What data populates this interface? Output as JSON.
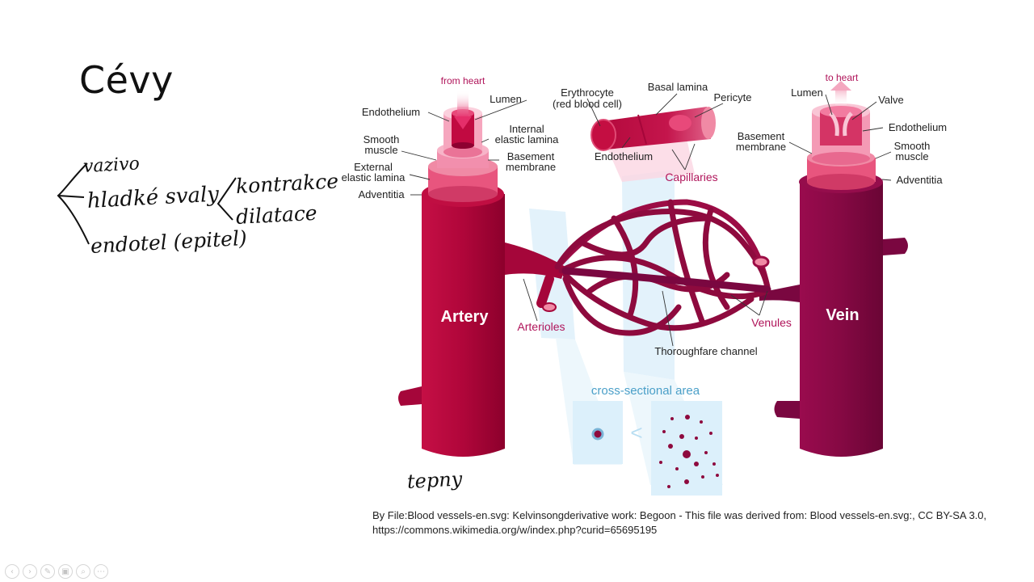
{
  "slide": {
    "title": "Cévy",
    "handwriting": {
      "vazivo": "vazivo",
      "hladke_svaly": "hladké svaly",
      "endotel": "endotel (epitel)",
      "kontrakce": "kontrakce",
      "dilatace": "dilatace",
      "tepny": "tepny"
    },
    "credit_line1": "By File:Blood vessels-en.svg: Kelvinsongderivative work: Begoon - This file was derived from:  Blood vessels-en.svg:, CC BY-SA 3.0,",
    "credit_line2": "https://commons.wikimedia.org/w/index.php?curid=65695195"
  },
  "diagram": {
    "from_heart": "from heart",
    "to_heart": "to heart",
    "artery_labels": {
      "endothelium": "Endothelium",
      "lumen": "Lumen",
      "smooth1": "Smooth",
      "smooth2": "muscle",
      "internal1": "Internal",
      "internal2": "elastic lamina",
      "basement1": "Basement",
      "basement2": "membrane",
      "external1": "External",
      "external2": "elastic lamina",
      "adventitia": "Adventitia"
    },
    "capillary_labels": {
      "erythrocyte": "Erythrocyte",
      "red_blood_cell": "(red blood cell)",
      "basal_lamina": "Basal lamina",
      "pericyte": "Pericyte",
      "endothelium": "Endothelium",
      "capillaries": "Capillaries"
    },
    "vein_labels": {
      "lumen": "Lumen",
      "valve": "Valve",
      "endothelium": "Endothelium",
      "basement1": "Basement",
      "basement2": "membrane",
      "smooth1": "Smooth",
      "smooth2": "muscle",
      "adventitia": "Adventitia"
    },
    "artery": "Artery",
    "vein": "Vein",
    "arterioles": "Arterioles",
    "venules": "Venules",
    "thoroughfare": "Thoroughfare channel",
    "cross_section": "cross-sectional area",
    "arteriole": "arteriole",
    "capillaries_small": "capillaries",
    "less_than": "<",
    "colors": {
      "artery": "#b8063a",
      "vein": "#8a0a45",
      "pink": "#f08aa5",
      "magenta_label": "#b0145a",
      "blue_panel": "#e0f1fb",
      "cross_title": "#4a9fc8"
    }
  },
  "toolbar": {
    "icons": [
      "prev-icon",
      "next-icon",
      "pen-icon",
      "slides-icon",
      "zoom-icon",
      "more-icon"
    ],
    "glyphs": [
      "‹",
      "›",
      "✎",
      "▣",
      "⌕",
      "⋯"
    ]
  }
}
